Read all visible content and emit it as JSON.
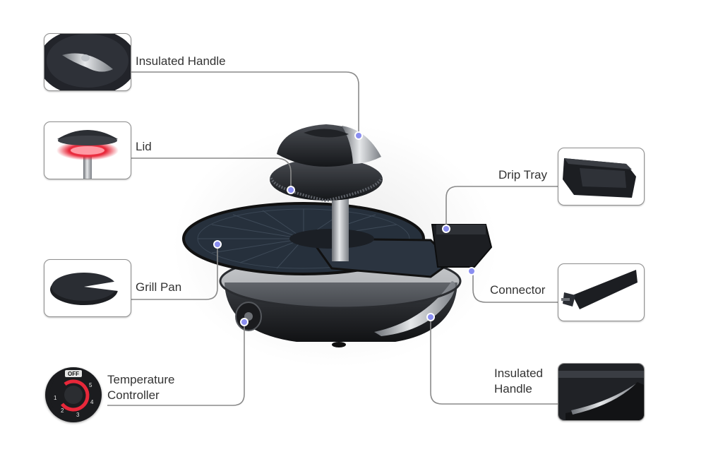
{
  "callouts": {
    "insulated_handle_top": "Insulated Handle",
    "lid": "Lid",
    "grill_pan": "Grill Pan",
    "temperature_controller_line1": "Temperature",
    "temperature_controller_line2": "Controller",
    "drip_tray": "Drip Tray",
    "connector": "Connector",
    "insulated_handle_side_line1": "Insulated",
    "insulated_handle_side_line2": "Handle"
  },
  "dial": {
    "off": "OFF",
    "n1": "1",
    "n2": "2",
    "n3": "3",
    "n4": "4",
    "n5": "5"
  },
  "colors": {
    "leader_line": "#8a8a8a",
    "callout_dot": "#8a8ef0",
    "appliance_body": "#1c1e22",
    "heater_glow": "#e8283a"
  }
}
